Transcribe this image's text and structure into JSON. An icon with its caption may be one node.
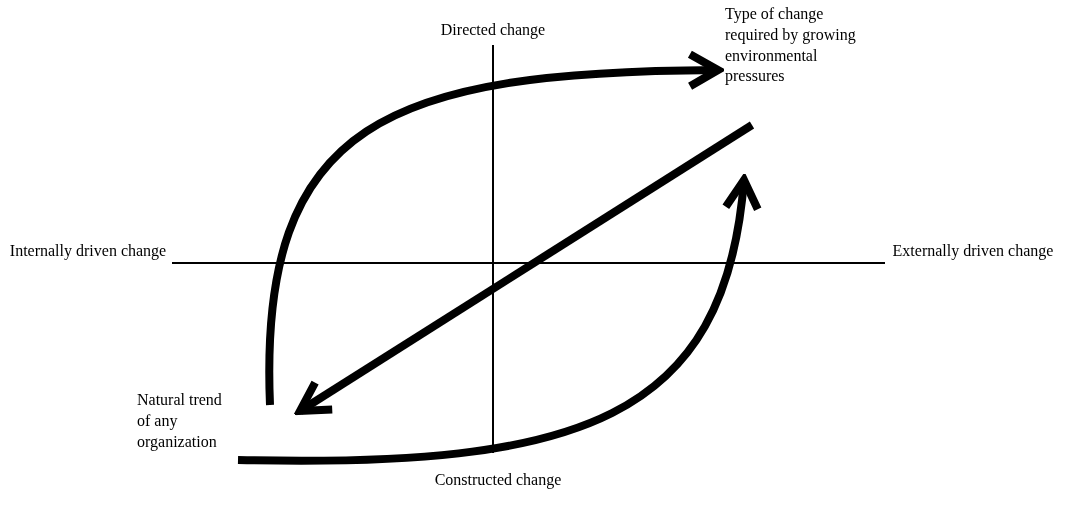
{
  "diagram": {
    "nodes": [
      {
        "text": [
          "Type of change required by growing environmental pressures"
        ]
      },
      {
        "text": [
          "Natural trend of any organization"
        ]
      }
    ],
    "edges": [
      {
        "from": 1,
        "to": 0,
        "arrow": "to"
      },
      {
        "from": 1,
        "to": 0,
        "arrow": "to"
      },
      {
        "from": 0,
        "to": 1,
        "arrow": "to"
      }
    ],
    "labels": [
      "Directed change",
      "Internally driven change",
      "Externally driven change",
      "Constructed change"
    ]
  }
}
